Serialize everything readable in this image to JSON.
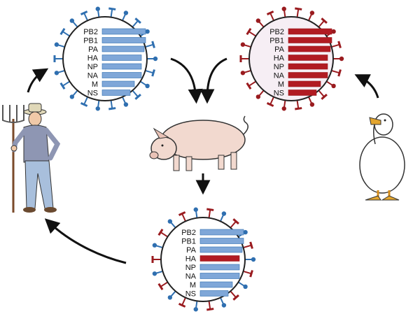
{
  "colors": {
    "human_strain": "#7fa7d8",
    "human_strain_dark": "#2f6fb0",
    "avian_strain": "#b11b22",
    "avian_strain_dark": "#9a1b1f",
    "avian_fill": "#f6eef4",
    "outline": "#222222",
    "arrow": "#111111"
  },
  "viruses": {
    "human": {
      "segments": [
        {
          "label": "PB2",
          "origin": "human"
        },
        {
          "label": "PB1",
          "origin": "human"
        },
        {
          "label": "PA",
          "origin": "human"
        },
        {
          "label": "HA",
          "origin": "human"
        },
        {
          "label": "NP",
          "origin": "human"
        },
        {
          "label": "NA",
          "origin": "human"
        },
        {
          "label": "M",
          "origin": "human"
        },
        {
          "label": "NS",
          "origin": "human"
        }
      ]
    },
    "avian": {
      "segments": [
        {
          "label": "PB2",
          "origin": "avian"
        },
        {
          "label": "PB1",
          "origin": "avian"
        },
        {
          "label": "PA",
          "origin": "avian"
        },
        {
          "label": "HA",
          "origin": "avian"
        },
        {
          "label": "NP",
          "origin": "avian"
        },
        {
          "label": "NA",
          "origin": "avian"
        },
        {
          "label": "M",
          "origin": "avian"
        },
        {
          "label": "NS",
          "origin": "avian"
        }
      ]
    },
    "reassortant": {
      "segments": [
        {
          "label": "PB2",
          "origin": "human"
        },
        {
          "label": "PB1",
          "origin": "human"
        },
        {
          "label": "PA",
          "origin": "human"
        },
        {
          "label": "HA",
          "origin": "avian"
        },
        {
          "label": "NP",
          "origin": "human"
        },
        {
          "label": "NA",
          "origin": "human"
        },
        {
          "label": "M",
          "origin": "human"
        },
        {
          "label": "NS",
          "origin": "human"
        }
      ]
    }
  },
  "hosts": [
    "farmer",
    "pig",
    "duck"
  ]
}
